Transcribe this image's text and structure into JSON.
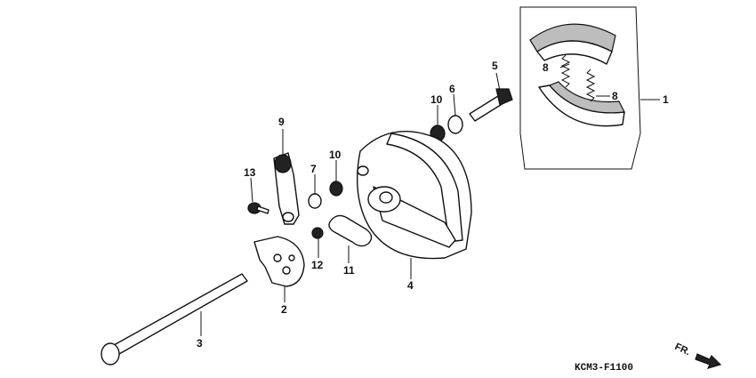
{
  "callouts": [
    {
      "id": "1",
      "text": "1"
    },
    {
      "id": "2",
      "text": "2"
    },
    {
      "id": "3",
      "text": "3"
    },
    {
      "id": "4",
      "text": "4"
    },
    {
      "id": "5",
      "text": "5"
    },
    {
      "id": "6",
      "text": "6"
    },
    {
      "id": "7",
      "text": "7"
    },
    {
      "id": "8a",
      "text": "8"
    },
    {
      "id": "8b",
      "text": "8"
    },
    {
      "id": "9",
      "text": "9"
    },
    {
      "id": "10a",
      "text": "10"
    },
    {
      "id": "10b",
      "text": "10"
    },
    {
      "id": "11",
      "text": "11"
    },
    {
      "id": "12",
      "text": "12"
    },
    {
      "id": "13",
      "text": "13"
    }
  ],
  "diagram_code": "KCM3-F1100",
  "direction_label": "FR.",
  "colors": {
    "ink": "#111111",
    "background": "#ffffff",
    "shade": "#bdbdbd"
  }
}
